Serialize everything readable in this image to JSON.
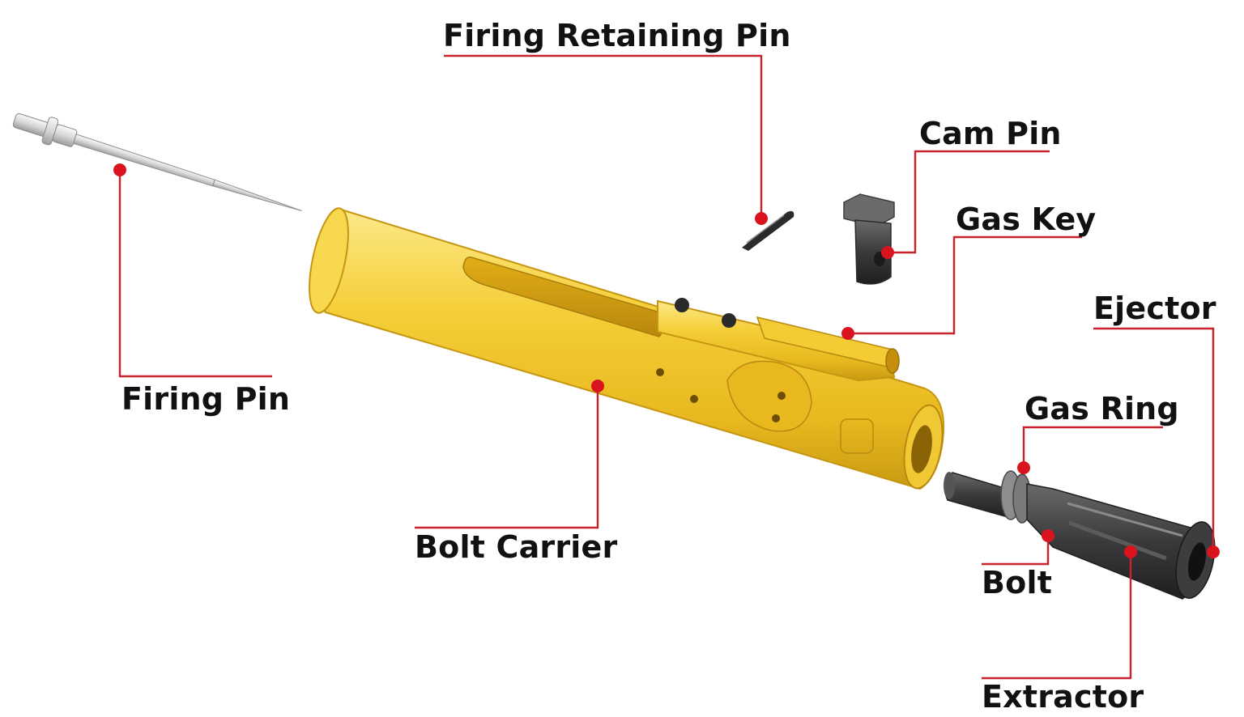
{
  "colors": {
    "leader": "#c8232c",
    "dot": "#d9141e",
    "gold_light": "#fbe06a",
    "gold_mid": "#efc52c",
    "gold_dark": "#c59712",
    "steel_light": "#f2f2f2",
    "steel_dark": "#a8a8a8",
    "black_part": "#3b3b3d",
    "label_text": "#111111"
  },
  "labels": {
    "firing_retaining_pin": "Firing Retaining Pin",
    "cam_pin": "Cam Pin",
    "gas_key": "Gas Key",
    "ejector": "Ejector",
    "firing_pin": "Firing Pin",
    "gas_ring": "Gas Ring",
    "bolt_carrier": "Bolt Carrier",
    "bolt": "Bolt",
    "extractor": "Extractor"
  }
}
